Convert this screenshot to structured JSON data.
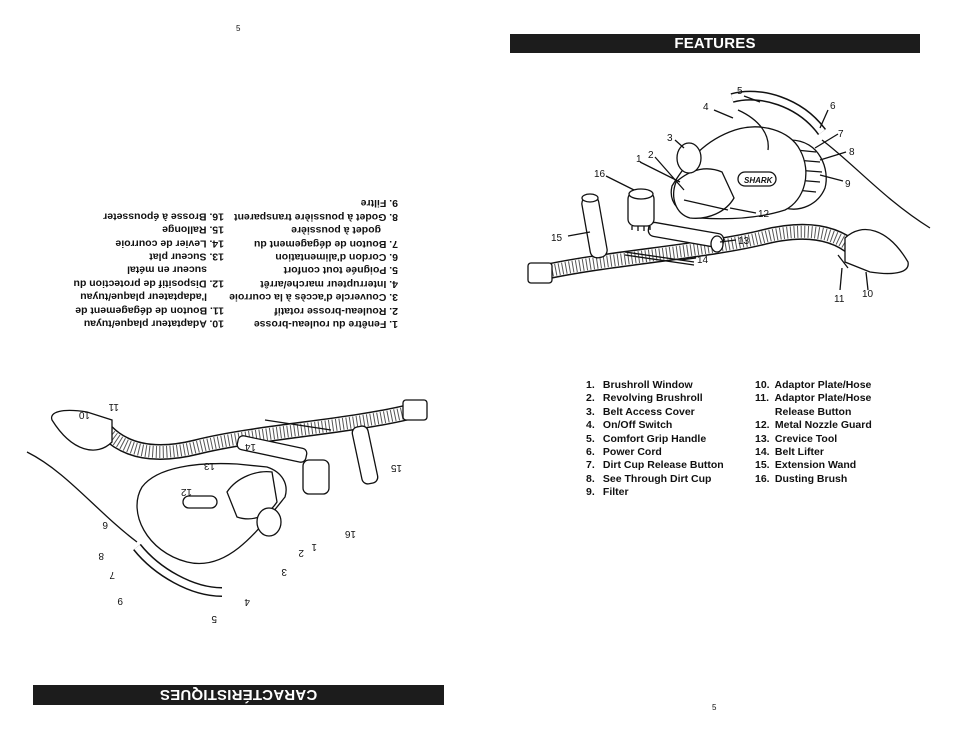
{
  "left_page": {
    "page_number": "5",
    "banner_title": "CARACTÉRISTIQUES",
    "col1": [
      "1. Fenêtre du rouleau-brosse",
      "2. Rouleau-brosse rotatif",
      "3. Couvercle d'accès à la courroie",
      "4. Interrupteur marche/arrêt",
      "5. Poignée tout confort",
      "6. Cordon d'alimentation",
      "7. Bouton de dégagement du",
      "godet à poussière",
      "8. Godet à poussière transparent",
      "9. Filtre"
    ],
    "col2": [
      "10. Adaptateur plaque/tuyau",
      "11. Bouton de dégagement de",
      "l'adaptateur plaque/tuyau",
      "12. Dispositif de protection du",
      "suceur en métal",
      "13. Suceur plat",
      "14. Levier de courroie",
      "15. Rallonge",
      "16. Brosse à épousseter"
    ],
    "callouts": [
      "1",
      "2",
      "3",
      "4",
      "5",
      "6",
      "7",
      "8",
      "9",
      "10",
      "11",
      "12",
      "13",
      "14",
      "15",
      "16"
    ]
  },
  "right_page": {
    "page_number": "5",
    "banner_title": "FEATURES",
    "col1": [
      {
        "num": "1.",
        "text": "Brushroll Window"
      },
      {
        "num": "2.",
        "text": "Revolving Brushroll"
      },
      {
        "num": "3.",
        "text": "Belt Access Cover"
      },
      {
        "num": "4.",
        "text": "On/Off Switch"
      },
      {
        "num": "5.",
        "text": "Comfort Grip Handle"
      },
      {
        "num": "6.",
        "text": "Power Cord"
      },
      {
        "num": "7.",
        "text": "Dirt Cup Release Button"
      },
      {
        "num": "8.",
        "text": "See Through Dirt Cup"
      },
      {
        "num": "9.",
        "text": "Filter"
      }
    ],
    "col2": [
      {
        "num": "10.",
        "text": "Adaptor Plate/Hose"
      },
      {
        "num": "11.",
        "text": "Adaptor Plate/Hose"
      },
      {
        "num": "",
        "text": "Release Button"
      },
      {
        "num": "12.",
        "text": "Metal Nozzle Guard"
      },
      {
        "num": "13.",
        "text": "Crevice Tool"
      },
      {
        "num": "14.",
        "text": "Belt Lifter"
      },
      {
        "num": "15.",
        "text": "Extension Wand"
      },
      {
        "num": "16.",
        "text": "Dusting Brush"
      }
    ],
    "callouts": [
      "1",
      "2",
      "3",
      "4",
      "5",
      "6",
      "7",
      "8",
      "9",
      "10",
      "11",
      "12",
      "13",
      "14",
      "15",
      "16"
    ],
    "product_logo": "SHARK"
  }
}
